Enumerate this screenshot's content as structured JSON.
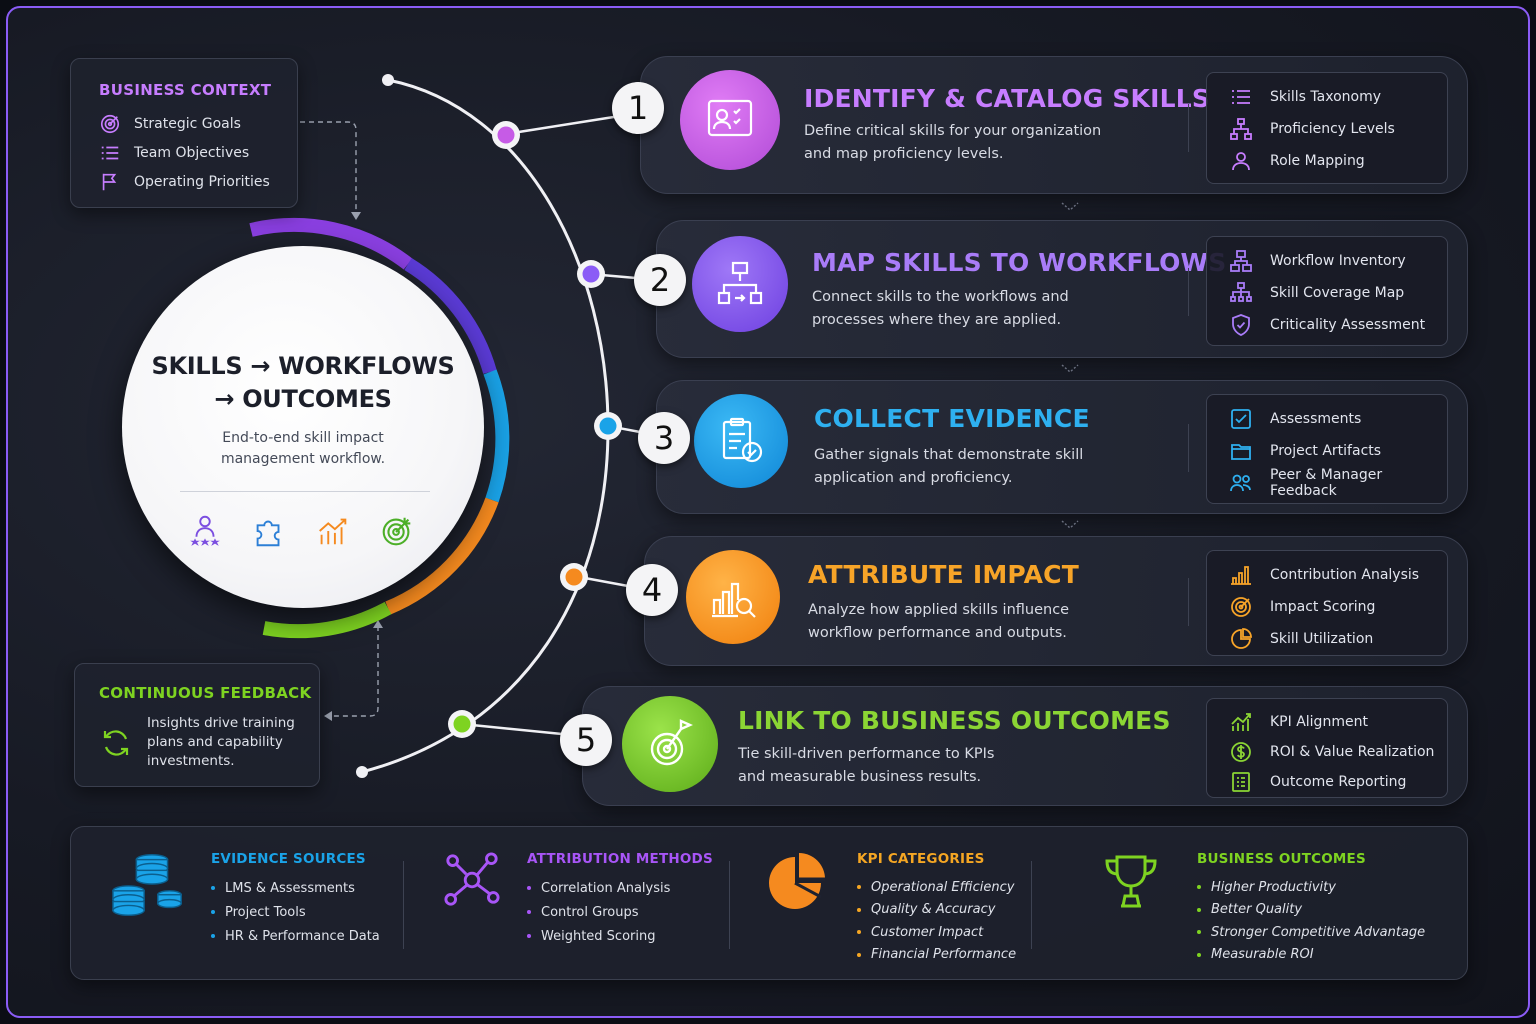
{
  "business_context": {
    "title": "BUSINESS CONTEXT",
    "items": [
      "Strategic Goals",
      "Team Objectives",
      "Operating Priorities"
    ]
  },
  "center": {
    "title_line1": "SKILLS → WORKFLOWS",
    "title_line2": "→ OUTCOMES",
    "subtitle_line1": "End-to-end skill impact",
    "subtitle_line2": "management workflow."
  },
  "feedback": {
    "title": "CONTINUOUS FEEDBACK",
    "text": "Insights drive training plans and capability investments."
  },
  "steps": [
    {
      "number": "1",
      "title": "IDENTIFY & CATALOG SKILLS",
      "desc_line1": "Define critical skills for your organization",
      "desc_line2": "and map proficiency levels.",
      "items": [
        "Skills Taxonomy",
        "Proficiency Levels",
        "Role Mapping"
      ],
      "color": "#c65be6"
    },
    {
      "number": "2",
      "title": "MAP SKILLS TO WORKFLOWS",
      "desc_line1": "Connect skills to the workflows and",
      "desc_line2": "processes where they are applied.",
      "items": [
        "Workflow Inventory",
        "Skill Coverage Map",
        "Criticality Assessment"
      ],
      "color": "#8b5cf6"
    },
    {
      "number": "3",
      "title": "COLLECT EVIDENCE",
      "desc_line1": "Gather signals that demonstrate skill",
      "desc_line2": "application and proficiency.",
      "items": [
        "Assessments",
        "Project Artifacts",
        "Peer & Manager Feedback"
      ],
      "color": "#1aa3e8"
    },
    {
      "number": "4",
      "title": "ATTRIBUTE IMPACT",
      "desc_line1": "Analyze how applied skills influence",
      "desc_line2": "workflow performance and outputs.",
      "items": [
        "Contribution Analysis",
        "Impact Scoring",
        "Skill Utilization"
      ],
      "color": "#f5a623"
    },
    {
      "number": "5",
      "title": "LINK TO BUSINESS OUTCOMES",
      "desc_line1": "Tie skill-driven performance to KPIs",
      "desc_line2": "and measurable business results.",
      "items": [
        "KPI Alignment",
        "ROI & Value Realization",
        "Outcome Reporting"
      ],
      "color": "#7ed321"
    }
  ],
  "bottom": [
    {
      "title": "EVIDENCE SOURCES",
      "items": [
        "LMS & Assessments",
        "Project Tools",
        "HR & Performance Data"
      ],
      "color": "#1aa3e8"
    },
    {
      "title": "ATTRIBUTION METHODS",
      "items": [
        "Correlation Analysis",
        "Control Groups",
        "Weighted Scoring"
      ],
      "color": "#a855f7"
    },
    {
      "title": "KPI CATEGORIES",
      "items": [
        "Operational Efficiency",
        "Quality & Accuracy",
        "Customer Impact",
        "Financial Performance"
      ],
      "color": "#f5a623"
    },
    {
      "title": "BUSINESS OUTCOMES",
      "items": [
        "Higher Productivity",
        "Better Quality",
        "Stronger Competitive Advantage",
        "Measurable ROI"
      ],
      "color": "#7ed321"
    }
  ]
}
